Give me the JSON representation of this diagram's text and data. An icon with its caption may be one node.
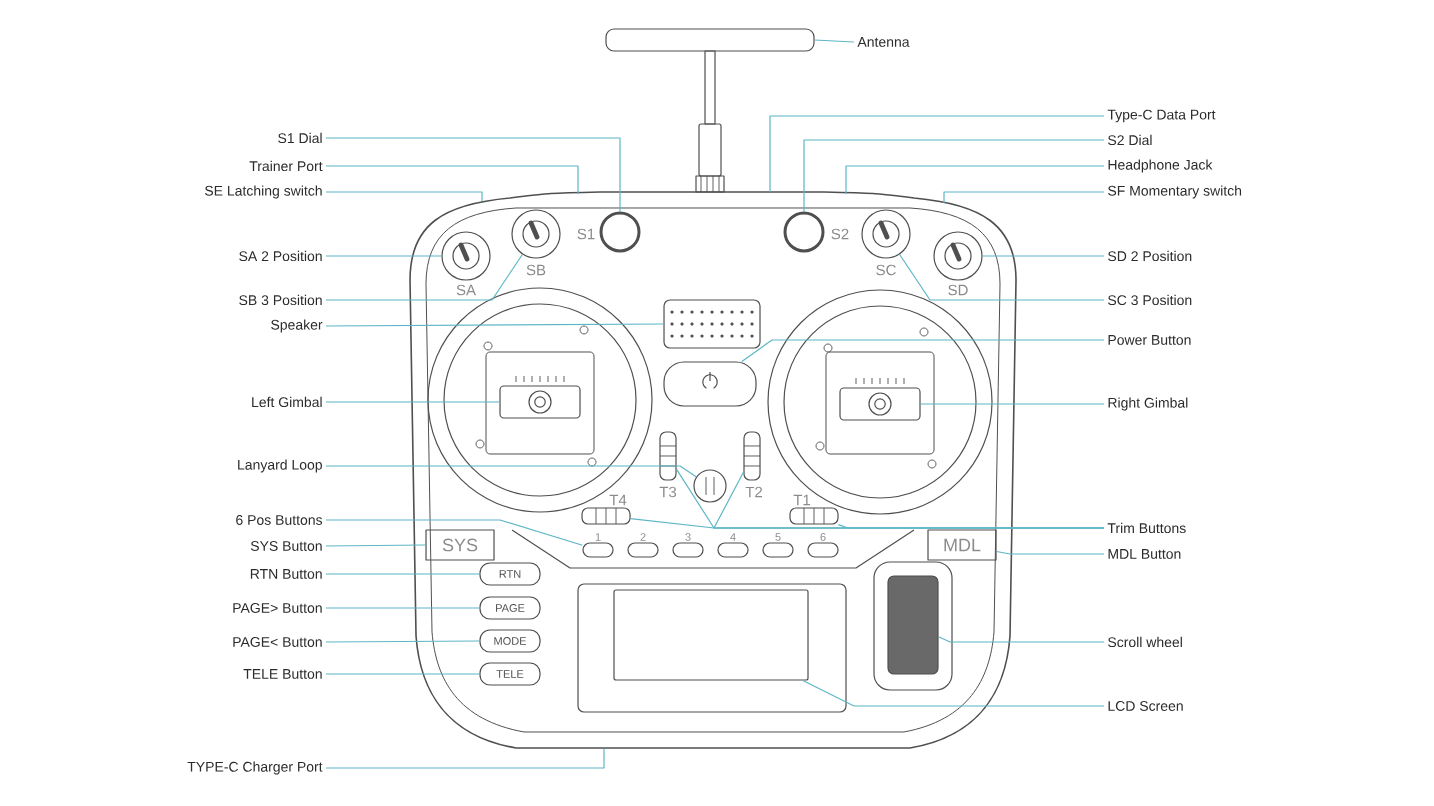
{
  "diagram": {
    "nodes": [
      {
        "text": [
          "S1 Dial"
        ]
      },
      {
        "text": [
          "Trainer Port"
        ]
      },
      {
        "text": [
          "SE Latching switch"
        ]
      },
      {
        "text": [
          "SA 2 Position"
        ]
      },
      {
        "text": [
          "SB 3 Position"
        ]
      },
      {
        "text": [
          "Speaker"
        ]
      },
      {
        "text": [
          "Left Gimbal"
        ]
      },
      {
        "text": [
          "Lanyard Loop"
        ]
      },
      {
        "text": [
          "6 Pos Buttons"
        ]
      },
      {
        "text": [
          "SYS Button"
        ]
      },
      {
        "text": [
          "RTN Button"
        ]
      },
      {
        "text": [
          "PAGE> Button"
        ]
      },
      {
        "text": [
          "PAGE< Button"
        ]
      },
      {
        "text": [
          "TELE Button"
        ]
      },
      {
        "text": [
          "TYPE-C Charger Port"
        ]
      },
      {
        "text": [
          "Antenna"
        ]
      },
      {
        "text": [
          "Type-C Data Port"
        ]
      },
      {
        "text": [
          "S2 Dial"
        ]
      },
      {
        "text": [
          "Headphone Jack"
        ]
      },
      {
        "text": [
          "SF Momentary switch"
        ]
      },
      {
        "text": [
          "SD 2 Position"
        ]
      },
      {
        "text": [
          "SC 3 Position"
        ]
      },
      {
        "text": [
          "Power Button"
        ]
      },
      {
        "text": [
          "Right Gimbal"
        ]
      },
      {
        "text": [
          "Trim Buttons"
        ]
      },
      {
        "text": [
          "MDL Button"
        ]
      },
      {
        "text": [
          "Scroll wheel"
        ]
      },
      {
        "text": [
          "LCD Screen"
        ]
      },
      {
        "text": [],
        "shape": "bar"
      },
      {
        "text": [],
        "shape": "circle",
        "beside": [
          "S1"
        ]
      },
      {
        "text": [],
        "shape": "circle",
        "beside": [
          "S2"
        ]
      },
      {
        "text": [],
        "shape": "circle",
        "beside": [
          "SA"
        ]
      },
      {
        "text": [],
        "shape": "circle",
        "beside": [
          "SB"
        ]
      },
      {
        "text": [],
        "shape": "circle",
        "beside": [
          "SC"
        ]
      },
      {
        "text": [],
        "shape": "circle",
        "beside": [
          "SD"
        ]
      },
      {
        "text": [],
        "shape": "box"
      },
      {
        "text": [],
        "shape": "box"
      },
      {
        "text": [],
        "shape": "box"
      },
      {
        "text": [],
        "shape": "box"
      },
      {
        "text": [],
        "shape": "bar",
        "beside": [
          "T3"
        ]
      },
      {
        "text": [],
        "shape": "circle"
      },
      {
        "text": [],
        "shape": "bar",
        "beside": [
          "T2"
        ]
      },
      {
        "text": [],
        "shape": "bar",
        "beside": [
          "T4"
        ]
      },
      {
        "text": [],
        "shape": "bar",
        "beside": [
          "T1"
        ]
      },
      {
        "text": [],
        "shape": "box",
        "beside": [
          "1"
        ]
      },
      {
        "text": [],
        "shape": "box",
        "beside": [
          "2"
        ]
      },
      {
        "text": [],
        "shape": "box",
        "beside": [
          "3"
        ]
      },
      {
        "text": [],
        "shape": "box",
        "beside": [
          "4"
        ]
      },
      {
        "text": [],
        "shape": "box",
        "beside": [
          "5"
        ]
      },
      {
        "text": [],
        "shape": "box",
        "beside": [
          "6"
        ]
      },
      {
        "text": [
          "SYS"
        ]
      },
      {
        "text": [
          "MDL"
        ]
      },
      {
        "text": [
          "RTN"
        ]
      },
      {
        "text": [
          "PAGE"
        ]
      },
      {
        "text": [
          "MODE"
        ]
      },
      {
        "text": [
          "TELE"
        ]
      },
      {
        "text": [],
        "shape": "box"
      },
      {
        "text": [],
        "shape": "box"
      }
    ],
    "edges": [
      {
        "from": 0,
        "to": 29,
        "arrow": "none"
      },
      {
        "from": 1,
        "to": null,
        "arrow": "none"
      },
      {
        "from": 2,
        "to": null,
        "arrow": "none"
      },
      {
        "from": 3,
        "to": 31,
        "arrow": "none"
      },
      {
        "from": 4,
        "to": 32,
        "arrow": "none"
      },
      {
        "from": 5,
        "to": 35,
        "arrow": "none"
      },
      {
        "from": 6,
        "to": 37,
        "arrow": "none"
      },
      {
        "from": 7,
        "to": 40,
        "arrow": "none"
      },
      {
        "from": 8,
        "to": 44,
        "arrow": "none"
      },
      {
        "from": 9,
        "to": 50,
        "arrow": "none"
      },
      {
        "from": 10,
        "to": 52,
        "arrow": "none"
      },
      {
        "from": 11,
        "to": 53,
        "arrow": "none"
      },
      {
        "from": 12,
        "to": 54,
        "arrow": "none"
      },
      {
        "from": 13,
        "to": 55,
        "arrow": "none"
      },
      {
        "from": 14,
        "to": null,
        "arrow": "none"
      },
      {
        "from": 15,
        "to": 28,
        "arrow": "none"
      },
      {
        "from": 16,
        "to": null,
        "arrow": "none"
      },
      {
        "from": 17,
        "to": 30,
        "arrow": "none"
      },
      {
        "from": 18,
        "to": null,
        "arrow": "none"
      },
      {
        "from": 19,
        "to": null,
        "arrow": "none"
      },
      {
        "from": 20,
        "to": 34,
        "arrow": "none"
      },
      {
        "from": 21,
        "to": 33,
        "arrow": "none"
      },
      {
        "from": 22,
        "to": 36,
        "arrow": "none"
      },
      {
        "from": 23,
        "to": 38,
        "arrow": "none"
      },
      {
        "from": 24,
        "to": 43,
        "arrow": "none"
      },
      {
        "from": 24,
        "to": 41,
        "arrow": "none"
      },
      {
        "from": 24,
        "to": 39,
        "arrow": "none"
      },
      {
        "from": 24,
        "to": 42,
        "arrow": "none"
      },
      {
        "from": 25,
        "to": 51,
        "arrow": "none"
      },
      {
        "from": 26,
        "to": 57,
        "arrow": "none"
      },
      {
        "from": 27,
        "to": 56,
        "arrow": "none"
      }
    ]
  }
}
